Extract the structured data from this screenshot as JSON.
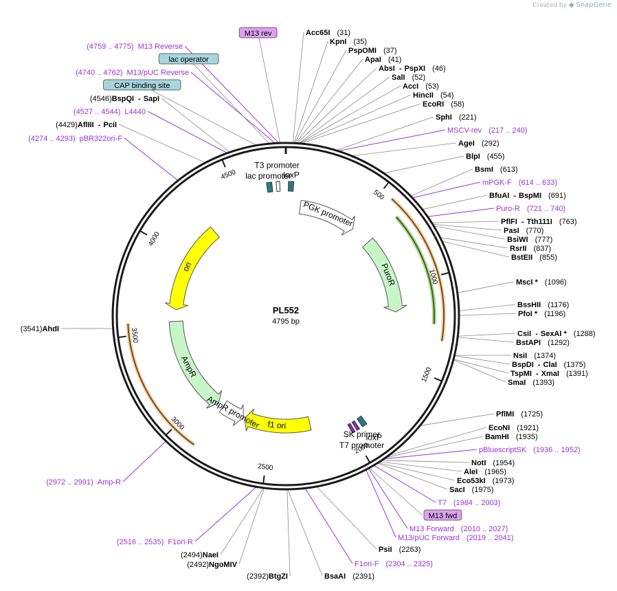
{
  "credit": {
    "prefix": "Created by",
    "brand": "SnapGene"
  },
  "plasmid": {
    "name": "PL552",
    "size": "4795 bp",
    "length": 4795
  },
  "colors": {
    "backbone": "#1a1a1a",
    "primer": "#9b30d9",
    "ori": "#ffff00",
    "resistance": "#c8f5c8",
    "promoter": "#ffffff",
    "orange_orf": "#e0a050",
    "green_orf": "#5a9a20",
    "box_purple": "#dda0f0",
    "box_teal": "#a8d4dc"
  },
  "ticks": [
    {
      "pos": 500,
      "label": "500"
    },
    {
      "pos": 1000,
      "label": "1000"
    },
    {
      "pos": 1500,
      "label": "1500"
    },
    {
      "pos": 2000,
      "label": "2000"
    },
    {
      "pos": 2500,
      "label": "2500"
    },
    {
      "pos": 3000,
      "label": "3000"
    },
    {
      "pos": 3500,
      "label": "3500"
    },
    {
      "pos": 4000,
      "label": "4000"
    },
    {
      "pos": 4500,
      "label": "4500"
    }
  ],
  "features": [
    {
      "name": "ori",
      "start": 3640,
      "end": 4260,
      "dir": -1,
      "type": "ori"
    },
    {
      "name": "AmpR",
      "start": 2900,
      "end": 3560,
      "dir": -1,
      "type": "resistance"
    },
    {
      "name": "AmpR promoter",
      "start": 2700,
      "end": 2860,
      "dir": -1,
      "type": "promoter"
    },
    {
      "name": "f1 ori",
      "start": 2230,
      "end": 2690,
      "dir": 1,
      "type": "ori"
    },
    {
      "name": "PGK promoter",
      "start": 100,
      "end": 500,
      "dir": 1,
      "type": "promoter"
    },
    {
      "name": "PuroR",
      "start": 640,
      "end": 1170,
      "dir": 1,
      "type": "resistance"
    },
    {
      "name": "lac promoter",
      "start": 4685,
      "end": 4715,
      "dir": 1,
      "type": "box_teal"
    },
    {
      "name": "T3 promoter",
      "start": 4740,
      "end": 4760,
      "dir": 1,
      "type": "promoter"
    },
    {
      "name": "loxP",
      "start": 15,
      "end": 45,
      "dir": 1,
      "type": "box_teal"
    },
    {
      "name": "T7 promoter",
      "start": 1985,
      "end": 2002,
      "dir": -1,
      "type": "box_purple"
    },
    {
      "name": "SK primer",
      "start": 1955,
      "end": 1972,
      "dir": -1,
      "type": "box_purple"
    },
    {
      "name": "loxP",
      "start": 1905,
      "end": 1935,
      "dir": -1,
      "type": "box_teal"
    }
  ],
  "feature_labels": [
    {
      "text": "ori"
    },
    {
      "text": "AmpR"
    },
    {
      "text": "AmpR promoter"
    },
    {
      "text": "f1 ori"
    },
    {
      "text": "PGK promoter"
    },
    {
      "text": "PuroR"
    },
    {
      "text": "lac promoter"
    },
    {
      "text": "T3 promoter"
    },
    {
      "text": "loxP"
    },
    {
      "text": "T7 promoter"
    },
    {
      "text": "SK primer"
    },
    {
      "text": "loxP"
    }
  ],
  "outer_arcs": [
    {
      "start": 640,
      "end": 1240,
      "style": "green"
    },
    {
      "start": 560,
      "end": 1320,
      "style": "orange"
    },
    {
      "start": 2870,
      "end": 3560,
      "style": "orange"
    }
  ],
  "right_labels": [
    {
      "num": "(31)",
      "enzymes": [
        "Acc65I"
      ],
      "pos": 31
    },
    {
      "num": "(35)",
      "enzymes": [
        "KpnI"
      ],
      "pos": 35
    },
    {
      "num": "(37)",
      "enzymes": [
        "PspOMI"
      ],
      "pos": 37
    },
    {
      "num": "(41)",
      "enzymes": [
        "ApaI"
      ],
      "pos": 41
    },
    {
      "num": "(46)",
      "enzymes": [
        "AbsI",
        "PspXI"
      ],
      "pos": 46
    },
    {
      "num": "(52)",
      "enzymes": [
        "SalI"
      ],
      "pos": 52
    },
    {
      "num": "(53)",
      "enzymes": [
        "AccI"
      ],
      "pos": 53
    },
    {
      "num": "(54)",
      "enzymes": [
        "HincII"
      ],
      "pos": 54
    },
    {
      "num": "(58)",
      "enzymes": [
        "EcoRI"
      ],
      "pos": 58
    },
    {
      "num": "(221)",
      "enzymes": [
        "SphI"
      ],
      "pos": 221
    },
    {
      "num": "(217 .. 240)",
      "primer": "MSCV-rev",
      "pos": 228
    },
    {
      "num": "(292)",
      "enzymes": [
        "AgeI"
      ],
      "pos": 292
    },
    {
      "num": "(455)",
      "enzymes": [
        "BlpI"
      ],
      "pos": 455
    },
    {
      "num": "(613)",
      "enzymes": [
        "BsmI"
      ],
      "pos": 613
    },
    {
      "num": "(614 .. 633)",
      "primer": "mPGK-F",
      "pos": 623
    },
    {
      "num": "(691)",
      "enzymes": [
        "BfuAI",
        "BspMI"
      ],
      "pos": 691
    },
    {
      "num": "(721 .. 740)",
      "primer": "Puro-R",
      "pos": 730
    },
    {
      "num": "(763)",
      "enzymes": [
        "PflFI",
        "Tth111I"
      ],
      "pos": 763
    },
    {
      "num": "(770)",
      "enzymes": [
        "PasI"
      ],
      "pos": 770
    },
    {
      "num": "(777)",
      "enzymes": [
        "BsiWI"
      ],
      "pos": 777
    },
    {
      "num": "(837)",
      "enzymes": [
        "RsrII"
      ],
      "pos": 837
    },
    {
      "num": "(855)",
      "enzymes": [
        "BstEII"
      ],
      "pos": 855
    },
    {
      "num": "(1096)",
      "enzymes": [
        "MscI *"
      ],
      "pos": 1096
    },
    {
      "num": "(1176)",
      "enzymes": [
        "BssHII"
      ],
      "pos": 1176
    },
    {
      "num": "(1196)",
      "enzymes": [
        "PfoI *"
      ],
      "pos": 1196
    },
    {
      "num": "(1288)",
      "enzymes": [
        "CsiI",
        "SexAI *"
      ],
      "pos": 1288
    },
    {
      "num": "(1292)",
      "enzymes": [
        "BstAPI"
      ],
      "pos": 1292
    },
    {
      "num": "(1374)",
      "enzymes": [
        "NsiI"
      ],
      "pos": 1374
    },
    {
      "num": "(1375)",
      "enzymes": [
        "BspDI",
        "ClaI"
      ],
      "pos": 1375
    },
    {
      "num": "(1391)",
      "enzymes": [
        "TspMI",
        "XmaI"
      ],
      "pos": 1391
    },
    {
      "num": "(1393)",
      "enzymes": [
        "SmaI"
      ],
      "pos": 1393
    },
    {
      "num": "(1725)",
      "enzymes": [
        "PflMI"
      ],
      "pos": 1725
    },
    {
      "num": "(1921)",
      "enzymes": [
        "EcoNI"
      ],
      "pos": 1921
    },
    {
      "num": "(1935)",
      "enzymes": [
        "BamHI"
      ],
      "pos": 1935
    },
    {
      "num": "(1936 .. 1952)",
      "primer": "pBluescriptSK",
      "pos": 1944
    },
    {
      "num": "(1954)",
      "enzymes": [
        "NotI"
      ],
      "pos": 1954
    },
    {
      "num": "(1965)",
      "enzymes": [
        "AleI"
      ],
      "pos": 1965
    },
    {
      "num": "(1973)",
      "enzymes": [
        "Eco53kI"
      ],
      "pos": 1973
    },
    {
      "num": "(1975)",
      "enzymes": [
        "SacI"
      ],
      "pos": 1975
    },
    {
      "num": "(1984 .. 2003)",
      "primer": "T7",
      "pos": 1993
    },
    {
      "num": "",
      "box": "M13 fwd",
      "pos": 2015
    },
    {
      "num": "(2010 .. 2027)",
      "primer": "M13 Forward",
      "pos": 2018
    },
    {
      "num": "(2019 .. 2041)",
      "primer": "M13/pUC Forward",
      "pos": 2030
    },
    {
      "num": "(2263)",
      "enzymes": [
        "PsiI"
      ],
      "pos": 2263
    },
    {
      "num": "(2304 .. 2325)",
      "primer": "F1ori-F",
      "pos": 2314
    },
    {
      "num": "(2391)",
      "enzymes": [
        "BsaAI"
      ],
      "pos": 2391
    }
  ],
  "left_labels": [
    {
      "num": "(2392)",
      "enzymes": [
        "BtgZI"
      ],
      "pos": 2392
    },
    {
      "num": "(2492)",
      "enzymes": [
        "NgoMIV"
      ],
      "pos": 2492
    },
    {
      "num": "(2494)",
      "enzymes": [
        "NaeI"
      ],
      "pos": 2494
    },
    {
      "num": "(2516 .. 2535)",
      "primer": "F1ori-R",
      "pos": 2525
    },
    {
      "num": "(2972 .. 2991)",
      "primer": "Amp-R",
      "pos": 2981
    },
    {
      "num": "(3541)",
      "enzymes": [
        "AhdI"
      ],
      "pos": 3541
    },
    {
      "num": "(4274 .. 4293)",
      "primer": "pBR322ori-F",
      "pos": 4283
    },
    {
      "num": "(4429)",
      "enzymes": [
        "AflIII",
        "PciI"
      ],
      "pos": 4429
    },
    {
      "num": "(4527 .. 4544)",
      "primer": "L4440",
      "pos": 4535
    },
    {
      "num": "(4546)",
      "enzymes": [
        "BspQI",
        "SapI"
      ],
      "pos": 4546
    },
    {
      "num": "",
      "box": "CAP binding site",
      "pos": 4670
    },
    {
      "num": "(4740 .. 4762)",
      "primer": "M13/pUC Reverse",
      "pos": 4751
    },
    {
      "num": "",
      "box": "lac operator",
      "pos": 4725
    },
    {
      "num": "(4759 .. 4775)",
      "primer": "M13 Reverse",
      "pos": 4767
    },
    {
      "num": "",
      "box": "M13 rev",
      "pos": 4770
    }
  ]
}
